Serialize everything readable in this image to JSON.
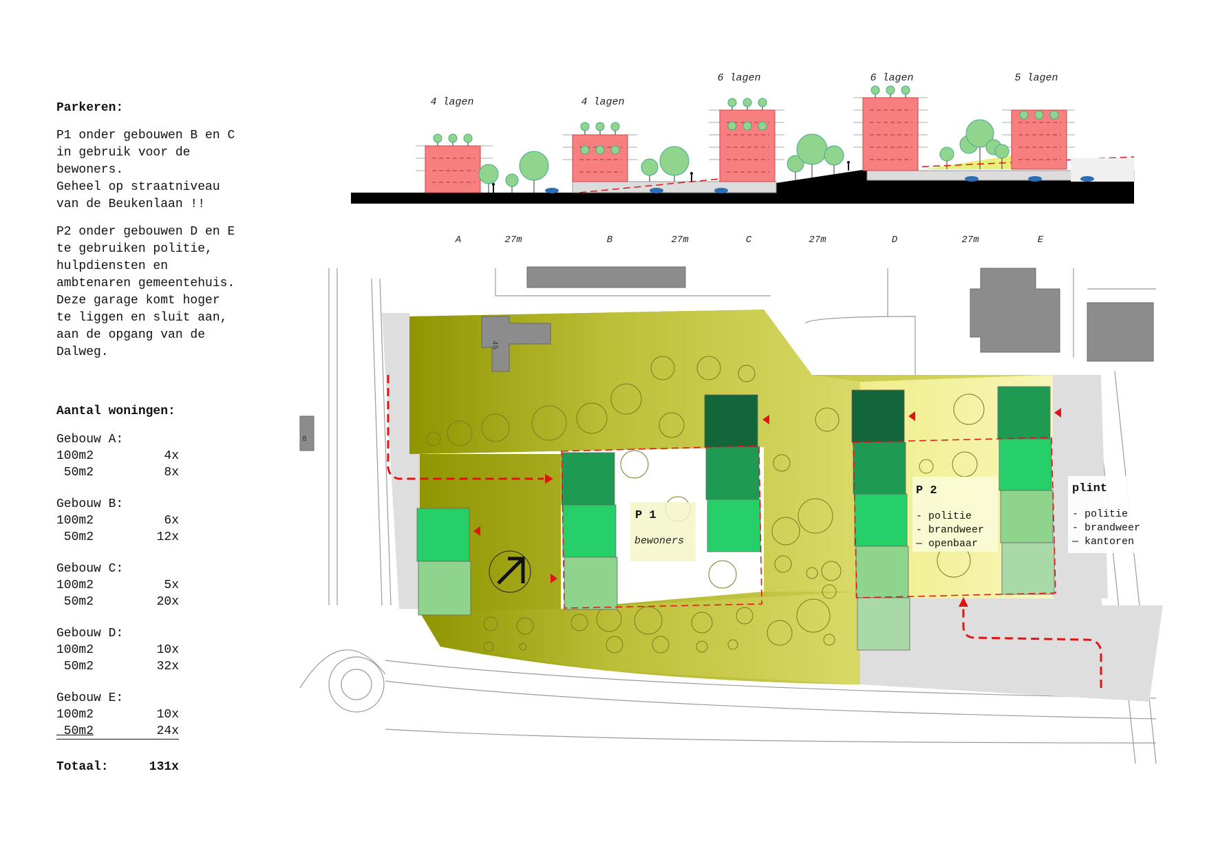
{
  "parkeren": {
    "heading": "Parkeren:",
    "p1_lines": [
      "P1 onder gebouwen B en C",
      "in gebruik voor de",
      "bewoners.",
      "Geheel op straatniveau",
      "van de Beukenlaan !!"
    ],
    "p2_lines": [
      "P2 onder gebouwen D en E",
      "te gebruiken politie,",
      "hulpdiensten en",
      "ambtenaren gemeentehuis.",
      "Deze garage komt hoger",
      "te liggen en sluit aan,",
      "aan de opgang van de",
      "Dalweg."
    ]
  },
  "woningen": {
    "heading": "Aantal woningen:",
    "buildings": [
      {
        "name": "Gebouw A:",
        "rows": [
          {
            "size": "100m2",
            "count": "4x"
          },
          {
            "size": " 50m2",
            "count": "8x"
          }
        ]
      },
      {
        "name": "Gebouw B:",
        "rows": [
          {
            "size": "100m2",
            "count": "6x"
          },
          {
            "size": " 50m2",
            "count": "12x"
          }
        ]
      },
      {
        "name": "Gebouw C:",
        "rows": [
          {
            "size": "100m2",
            "count": "5x"
          },
          {
            "size": " 50m2",
            "count": "20x"
          }
        ]
      },
      {
        "name": "Gebouw D:",
        "rows": [
          {
            "size": "100m2",
            "count": "10x"
          },
          {
            "size": " 50m2",
            "count": "32x"
          }
        ]
      },
      {
        "name": "Gebouw E:",
        "rows": [
          {
            "size": "100m2",
            "count": "10x"
          },
          {
            "size": " 50m2",
            "count": "24x"
          }
        ]
      }
    ],
    "total_label": "Totaal:",
    "total_value": "131x"
  },
  "section": {
    "layers": {
      "a": "4 lagen",
      "b": "4 lagen",
      "c": "6 lagen",
      "d": "6 lagen",
      "e": "5 lagen"
    },
    "letters": {
      "a": "A",
      "b": "B",
      "c": "C",
      "d": "D",
      "e": "E"
    },
    "spacing": "27m"
  },
  "plan": {
    "p1": {
      "title": "P 1",
      "sub": "bewoners"
    },
    "p2": {
      "title": "P 2",
      "items": [
        "- politie",
        "- brandweer",
        "— openbaar"
      ]
    },
    "plint": {
      "title": "plint",
      "items": [
        "- politie",
        "- brandweer",
        "— kantoren"
      ]
    },
    "house_number": "45",
    "edge_number": "8"
  },
  "colors": {
    "building_red": "#f77f7f",
    "tree_green": "#90d48e",
    "green_dark": "#12663a",
    "green_mid": "#1f9a52",
    "green_bright": "#27cf68",
    "green_light": "#8ed48c",
    "green_pale": "#a9d9a7",
    "olive": "#8f9400",
    "yellow": "#f2ef9a",
    "route_red": "#e01414"
  }
}
